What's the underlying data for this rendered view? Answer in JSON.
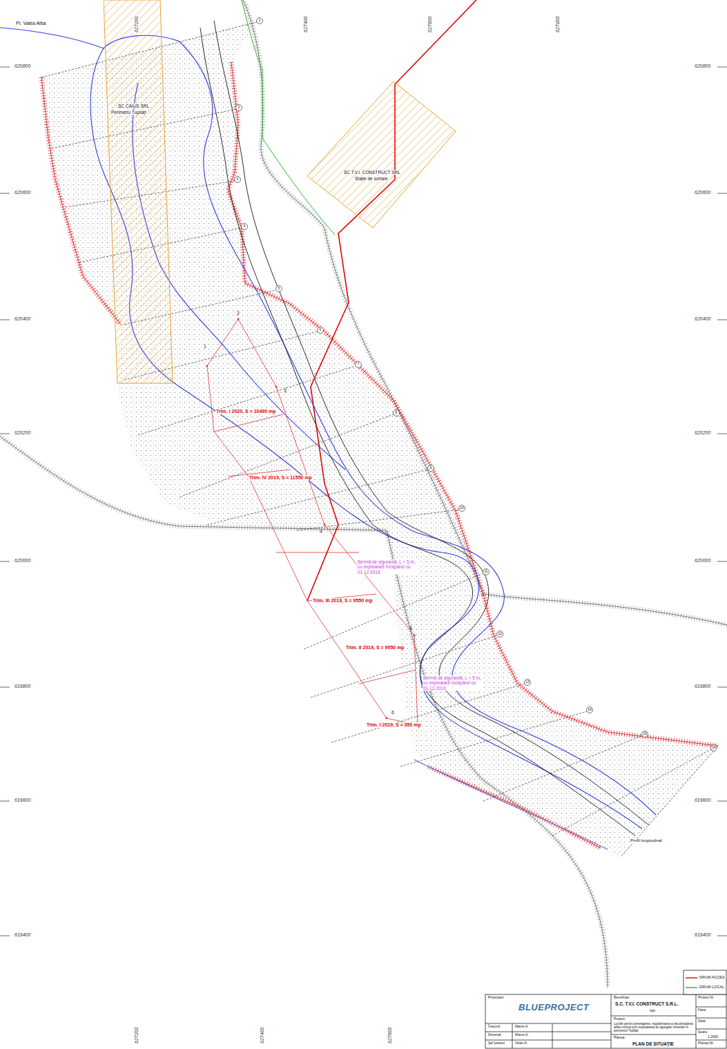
{
  "diagram": {
    "nodes": [
      {
        "text": [
          "SC CAIUS SRL",
          "Perimetru Tupilați"
        ]
      },
      {
        "text": [
          "SC T.V.I. CONSTRUCT SRL",
          "Stație de sortare"
        ]
      }
    ],
    "labels": [
      "Pr. Valea Alba",
      "620800",
      "620600",
      "620400",
      "620200",
      "620000",
      "619800",
      "619600",
      "619400",
      "620800",
      "620600",
      "620400",
      "620200",
      "620000",
      "619800",
      "619600",
      "619400",
      "627200",
      "627400",
      "627600",
      "627800",
      "627200",
      "627400",
      "627600",
      "Trim. I 2020, S = 10490 mp",
      "Trim. IV 2019, S = 11550 mp",
      "Trim. III 2019, S = 9550 mp",
      "Trim. II 2019, S = 9950 mp",
      "Trim. I 2019, S = 950 mp",
      "Bermă de siguranță, L = 5 m, cu exploatare începând cu 01.12.2019",
      "Bermă de siguranță, L = 5 m, cu exploatare începând cu 01.12.2019",
      "1",
      "2",
      "3",
      "4",
      "5",
      "6",
      "Profil longitudinal",
      "Proiectant",
      "BLUEPROJECT",
      "Întocmit",
      "Mavro A.",
      "Desenat",
      "Mavro A.",
      "Șef proiect",
      "Vizan A.",
      "Beneficiar:",
      "S.C. T.V.I. CONSTRUCT S.R.L.",
      "Iași",
      "Proiect:",
      "Lucrări pentru amenajarea, regularizarea și decolmatarea albiei minore prin exploatarea de agregate minerale în perimetrul Tupilați",
      "Planșa:",
      "PLAN DE SITUAȚIE",
      "Proiect Nr.",
      "Faza",
      "Data",
      "Scara",
      "1:2000",
      "Planșa Nr.",
      "1",
      "2",
      "3",
      "4",
      "5",
      "6",
      "7",
      "8",
      "9",
      "10",
      "11",
      "12",
      "13",
      "14",
      "15",
      "16"
    ],
    "legend": [
      {
        "text": "DRUM ACCES"
      },
      {
        "text": "DRUM LOCAL"
      }
    ]
  }
}
